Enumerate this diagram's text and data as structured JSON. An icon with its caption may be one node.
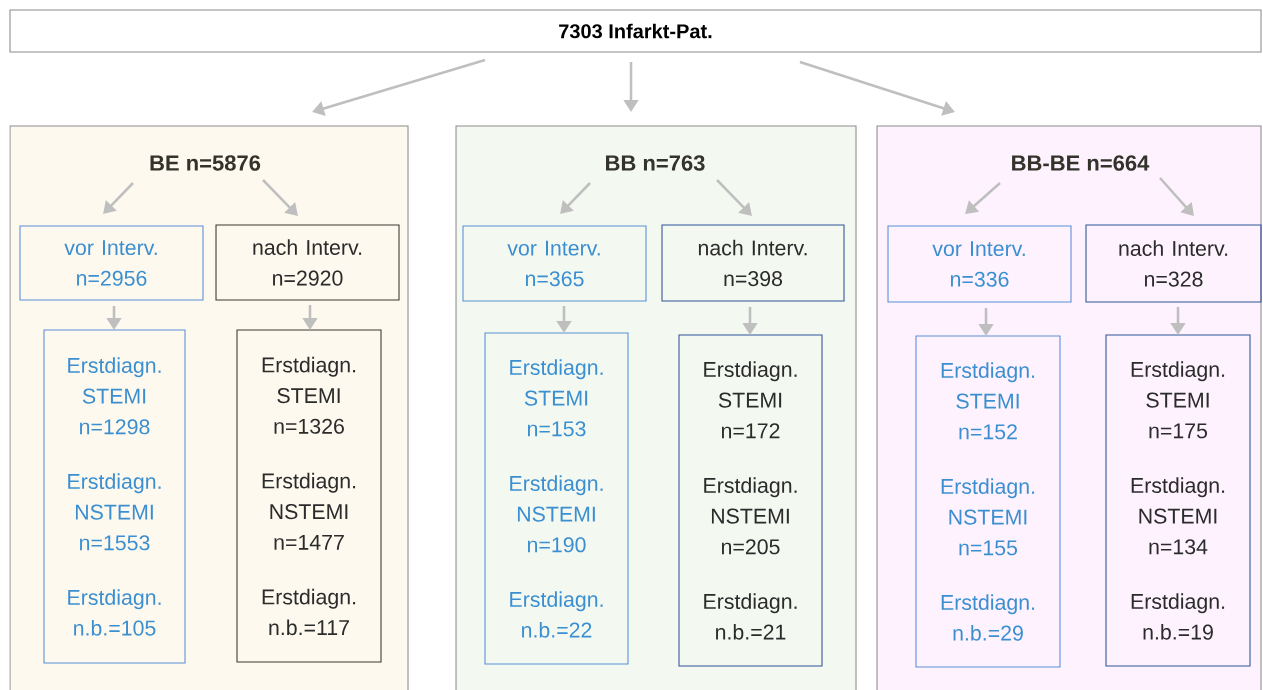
{
  "diagram": {
    "nodes": [
      {
        "text": [
          "7303 Infarkt-Pat."
        ]
      },
      {
        "text": [],
        "shape": "box"
      },
      {
        "text": [
          "BE n=5876"
        ],
        "in": 1
      },
      {
        "text": [
          "vor Interv. n=2956"
        ],
        "in": 1
      },
      {
        "text": [
          "nach Interv. n=2920"
        ],
        "in": 1
      },
      {
        "text": [
          "Erstdiagn. STEMI n=1298",
          "Erstdiagn. NSTEMI n=1553",
          "Erstdiagn. n.b.=105"
        ],
        "in": 1
      },
      {
        "text": [
          "Erstdiagn. STEMI n=1326",
          "Erstdiagn. NSTEMI n=1477",
          "Erstdiagn. n.b.=117"
        ],
        "in": 1
      },
      {
        "text": [],
        "shape": "box"
      },
      {
        "text": [
          "BB n=763"
        ],
        "in": 7
      },
      {
        "text": [
          "vor Interv. n=365"
        ],
        "in": 7
      },
      {
        "text": [
          "nach Interv. n=398"
        ],
        "in": 7
      },
      {
        "text": [
          "Erstdiagn. STEMI n=153",
          "Erstdiagn. NSTEMI n=190",
          "Erstdiagn. n.b.=22"
        ],
        "in": 7
      },
      {
        "text": [
          "Erstdiagn. STEMI n=172",
          "Erstdiagn. NSTEMI n=205",
          "Erstdiagn. n.b.=21"
        ],
        "in": 7
      },
      {
        "text": [],
        "shape": "box"
      },
      {
        "text": [
          "BB-BE n=664"
        ],
        "in": 13
      },
      {
        "text": [
          "vor Interv. n=336"
        ],
        "in": 13
      },
      {
        "text": [
          "nach Interv. n=328"
        ],
        "in": 13
      },
      {
        "text": [
          "Erstdiagn. STEMI n=152",
          "Erstdiagn. NSTEMI n=155",
          "Erstdiagn. n.b.=29"
        ],
        "in": 13
      },
      {
        "text": [
          "Erstdiagn. STEMI n=175",
          "Erstdiagn. NSTEMI n=134",
          "Erstdiagn. n.b.=19"
        ],
        "in": 13
      }
    ],
    "edges": [
      {
        "from": 0,
        "to": 1,
        "arrow": "to"
      },
      {
        "from": 2,
        "to": 3,
        "arrow": "to"
      },
      {
        "from": 2,
        "to": 4,
        "arrow": "to"
      },
      {
        "from": 3,
        "to": 5,
        "arrow": "to"
      },
      {
        "from": 4,
        "to": 6,
        "arrow": "to"
      },
      {
        "from": 0,
        "to": 7,
        "arrow": "to"
      },
      {
        "from": 8,
        "to": 9,
        "arrow": "to"
      },
      {
        "from": 8,
        "to": 10,
        "arrow": "to"
      },
      {
        "from": 9,
        "to": 11,
        "arrow": "to"
      },
      {
        "from": 10,
        "to": 12,
        "arrow": "to"
      },
      {
        "from": 0,
        "to": 13,
        "arrow": "to"
      },
      {
        "from": 14,
        "to": 15,
        "arrow": "to"
      },
      {
        "from": 14,
        "to": 16,
        "arrow": "to"
      },
      {
        "from": 15,
        "to": 17,
        "arrow": "to"
      },
      {
        "from": 16,
        "to": 18,
        "arrow": "to"
      }
    ]
  }
}
